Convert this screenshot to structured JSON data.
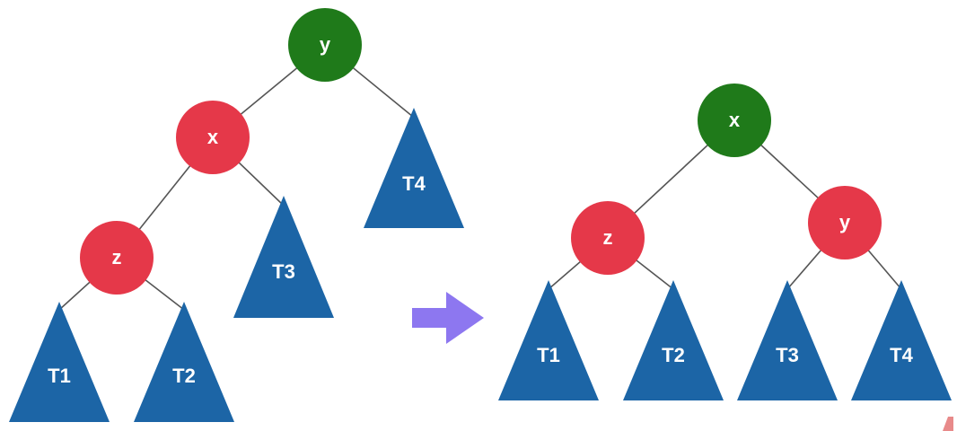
{
  "before": {
    "root": {
      "label": "y",
      "color": "#1f7a1a"
    },
    "left_child": {
      "label": "x",
      "color": "#e53849"
    },
    "left_left_child": {
      "label": "z",
      "color": "#e53849"
    },
    "subtrees": [
      "T1",
      "T2",
      "T3",
      "T4"
    ]
  },
  "transition_arrow": {
    "color": "#8d77f0"
  },
  "after": {
    "root": {
      "label": "x",
      "color": "#1f7a1a"
    },
    "left_child": {
      "label": "z",
      "color": "#e53849"
    },
    "right_child": {
      "label": "y",
      "color": "#e53849"
    },
    "subtrees": [
      "T1",
      "T2",
      "T3",
      "T4"
    ]
  },
  "colors": {
    "red_node": "#e53849",
    "black_node": "#1f7a1a",
    "subtree": "#1c65a6",
    "edge": "#555555"
  }
}
